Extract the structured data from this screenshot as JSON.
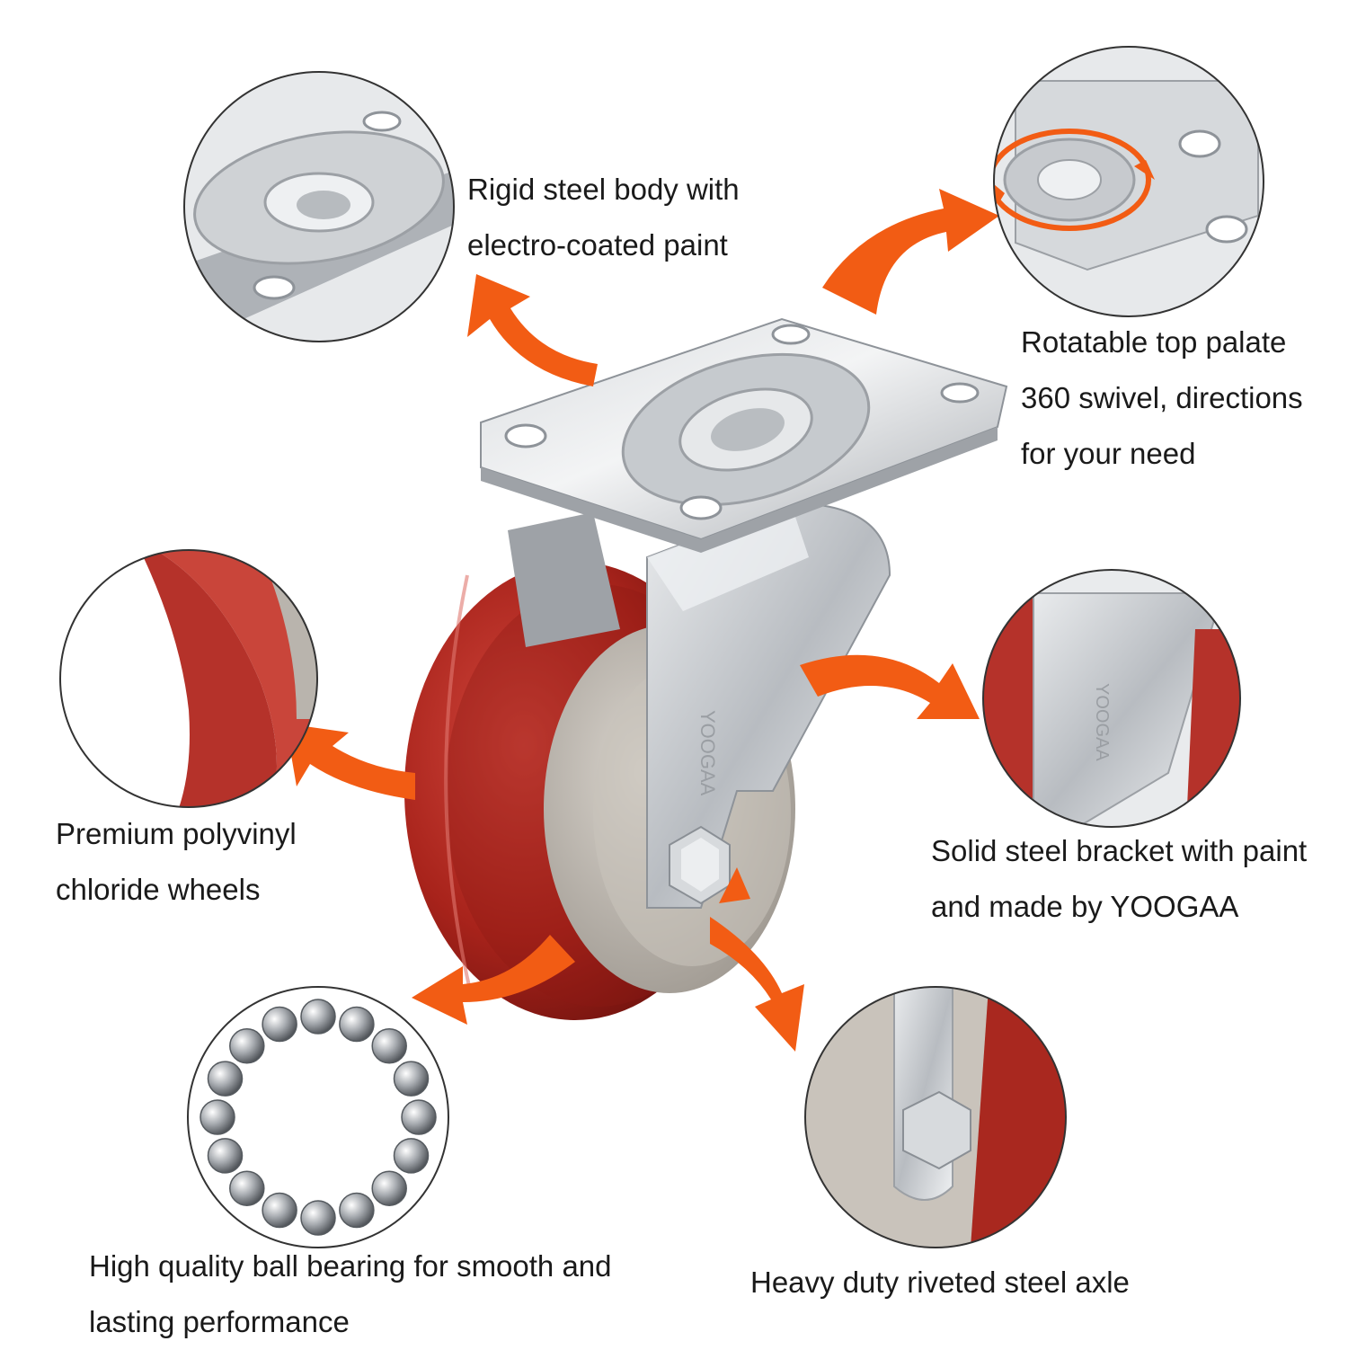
{
  "colors": {
    "accent_arrow": "#f25c14",
    "wheel_red": "#b3261e",
    "wheel_red_dark": "#7d1410",
    "steel": "#c9ccd0",
    "steel_dark": "#8e9399",
    "hub_gray": "#b9b4ad"
  },
  "callouts": {
    "steel_body": {
      "icon": "top-plate-closeup",
      "line1": "Rigid steel body with",
      "line2": "electro-coated paint"
    },
    "swivel": {
      "icon": "swivel-plate-closeup",
      "line1": "Rotatable top palate",
      "line2": "360 swivel, directions",
      "line3": "for your need"
    },
    "wheel": {
      "icon": "pvc-wheel-closeup",
      "line1": "Premium polyvinyl",
      "line2": "chloride wheels"
    },
    "bracket": {
      "icon": "bracket-closeup",
      "line1": "Solid steel bracket with paint",
      "line2": "and made by YOOGAA"
    },
    "bearing": {
      "icon": "ball-bearing-closeup",
      "line1": "High quality ball bearing for smooth and",
      "line2": "lasting performance"
    },
    "axle": {
      "icon": "axle-bolt-closeup",
      "line1": "Heavy duty riveted steel axle"
    }
  },
  "product": {
    "brand_mark": "YOOGAA"
  }
}
